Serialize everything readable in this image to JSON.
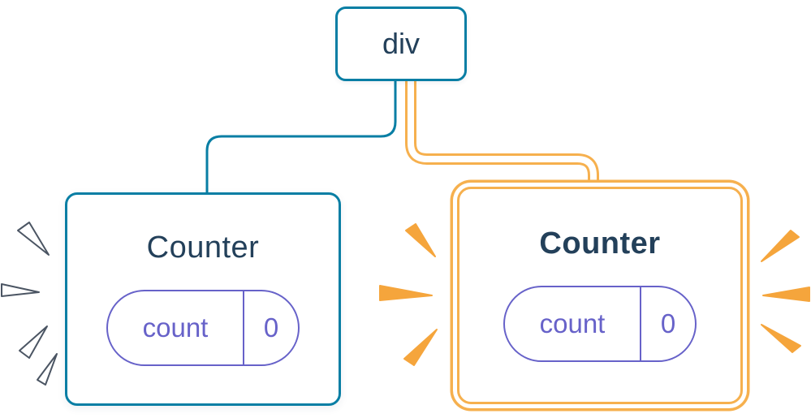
{
  "colors": {
    "background": "#ffffff",
    "blue": "#087ea4",
    "ink": "#23405a",
    "purple": "#6762c9",
    "yellow": "#f6b04e",
    "orange": "#f5a53c",
    "spark-outline": "#4b5563"
  },
  "tree": {
    "root": {
      "label": "div"
    },
    "children": [
      {
        "title": "Counter",
        "highlighted": false,
        "state": {
          "key": "count",
          "value": "0"
        }
      },
      {
        "title": "Counter",
        "highlighted": true,
        "state": {
          "key": "count",
          "value": "0"
        }
      }
    ]
  }
}
